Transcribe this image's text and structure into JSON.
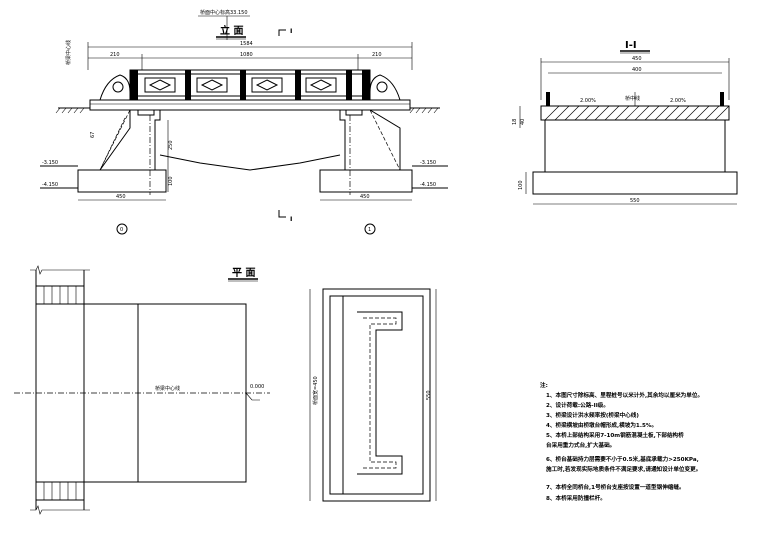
{
  "title_block": {
    "deck_label": "桥面中心标高",
    "deck_value": "33.150"
  },
  "elevation": {
    "title": "立 面",
    "section_mark": "I",
    "dims": {
      "total": "1584",
      "left_end": "210",
      "middle": "1080",
      "right_end": "210",
      "found_left": "450",
      "found_right": "450",
      "pier_height": "250",
      "footing_height": "100",
      "left_side": "67",
      "hatch_right": ""
    },
    "levels": {
      "left_top": "-3.150",
      "left_bot": "-4.150",
      "right_top": "-3.150",
      "right_bot": "-4.150"
    },
    "left_vertical_label": "桥梁中心线",
    "pier_labels": [
      "0",
      "1"
    ]
  },
  "section": {
    "title": "I-I",
    "dims": {
      "top": "450",
      "second": "400",
      "bottom": "550",
      "left_small": "18",
      "left_small2": "40",
      "footing": "100"
    },
    "slope_left": "2.00%",
    "slope_center": "桥中线",
    "slope_right": "2.00%"
  },
  "plan": {
    "title": "平 面",
    "center_line": "桥梁中心线",
    "center_value": "0.000",
    "left_vertical": "桥面宽=450",
    "right_dim": "550"
  },
  "notes": {
    "heading": "注:",
    "items": [
      "1、本图尺寸除标高、里程桩号以米计外,其余均以厘米为单位。",
      "2、设计荷载:公路-II级。",
      "3、桥梁设计洪水频率按(桥梁中心线)",
      "4、桥梁横坡由桥墩台帽形成,横坡为1.5%。",
      "5、本桥上部结构采用7-10m钢筋混凝土板,下部结构桥",
      "   台采用重力式台,扩大基础。",
      "6、桥台基础持力层需要不小于0.5米,基底承载力>250KPa,",
      "   施工时,若发现实际地质条件不满足要求,请通知设计单位变更。",
      "7、本桥全同桥台,1号桥台支座按设置一道型钢伸缩缝。",
      "8、本桥采用防撞栏杆。"
    ]
  }
}
